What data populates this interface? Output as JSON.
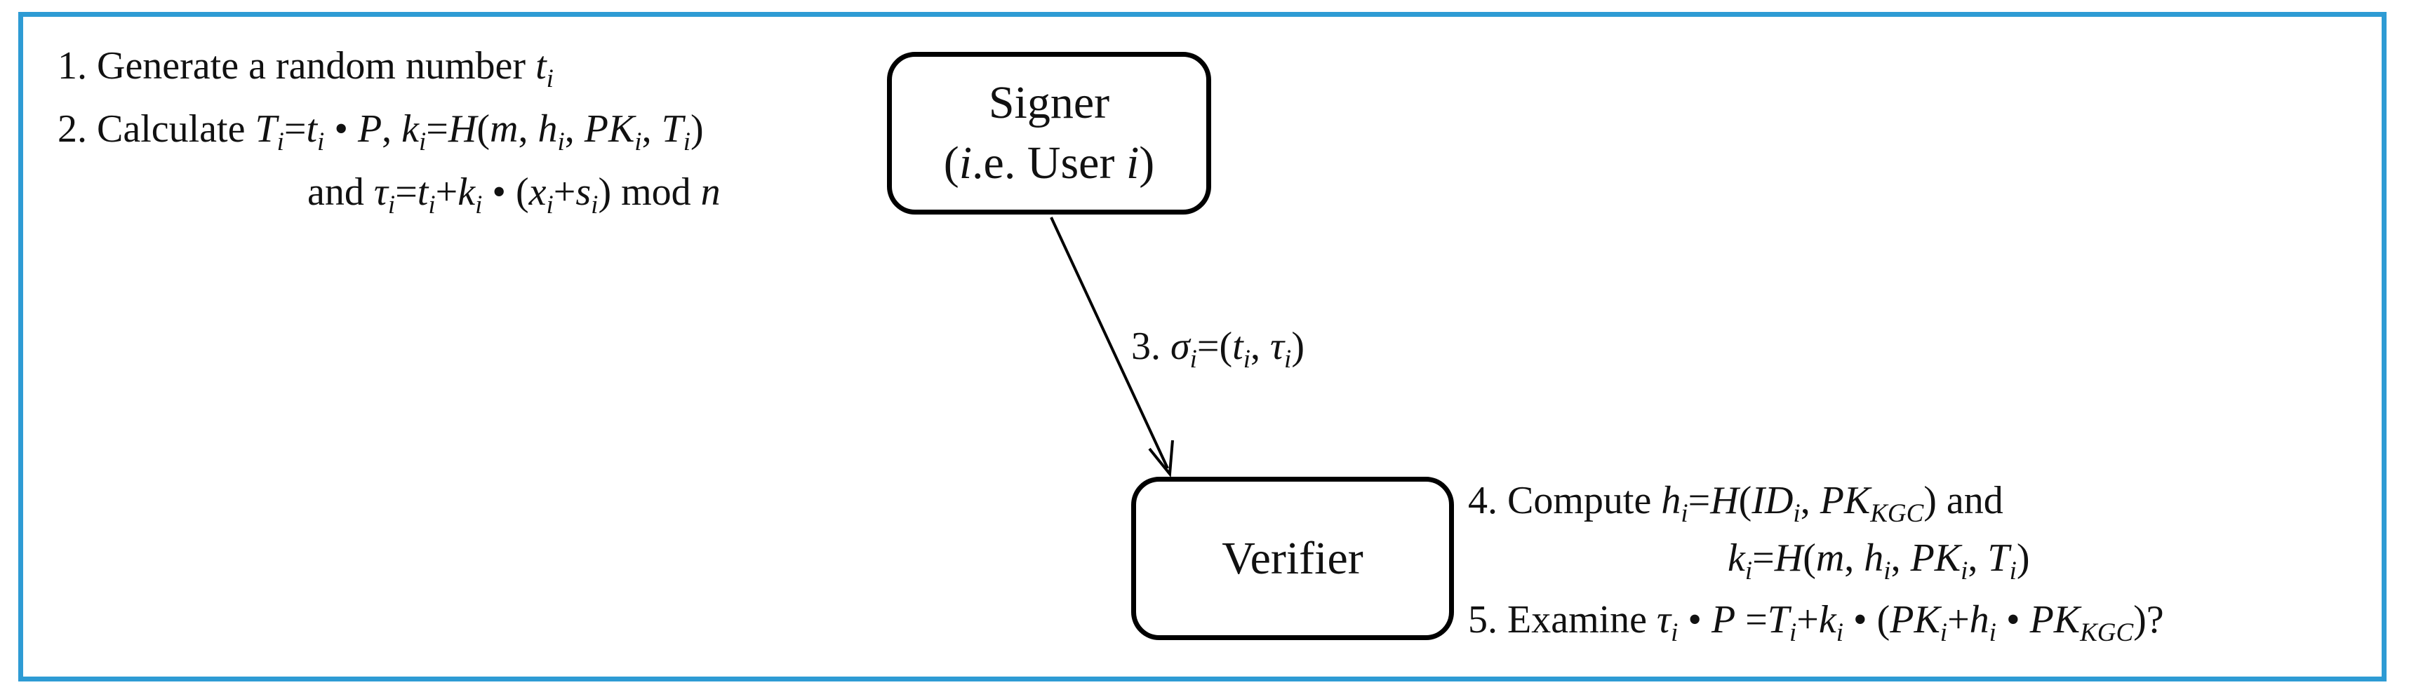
{
  "colors": {
    "frame": "#2e9bd4",
    "stroke": "#000000",
    "text": "#111111"
  },
  "signer": {
    "name": "Signer",
    "note": "(i.e. User i)"
  },
  "verifier": {
    "name": "Verifier"
  },
  "steps": {
    "s1": "1. Generate a random number t_i",
    "s2a": "2. Calculate T_i=t_i • P, k_i=H(m, h_i, PK_i, T_i)",
    "s2b": "and τ_i=t_i+k_i • (x_i+s_i) mod n",
    "s3": "3. σ_i=(t_i, τ_i)",
    "s4a": "4. Compute h_i=H(ID_i, PK_KGC) and",
    "s4b": "k_i=H(m, h_i, PK_i, T_i)",
    "s5": "5. Examine τ_i • P =T_i+k_i • (PK_i+h_i • PK_KGC)?"
  }
}
